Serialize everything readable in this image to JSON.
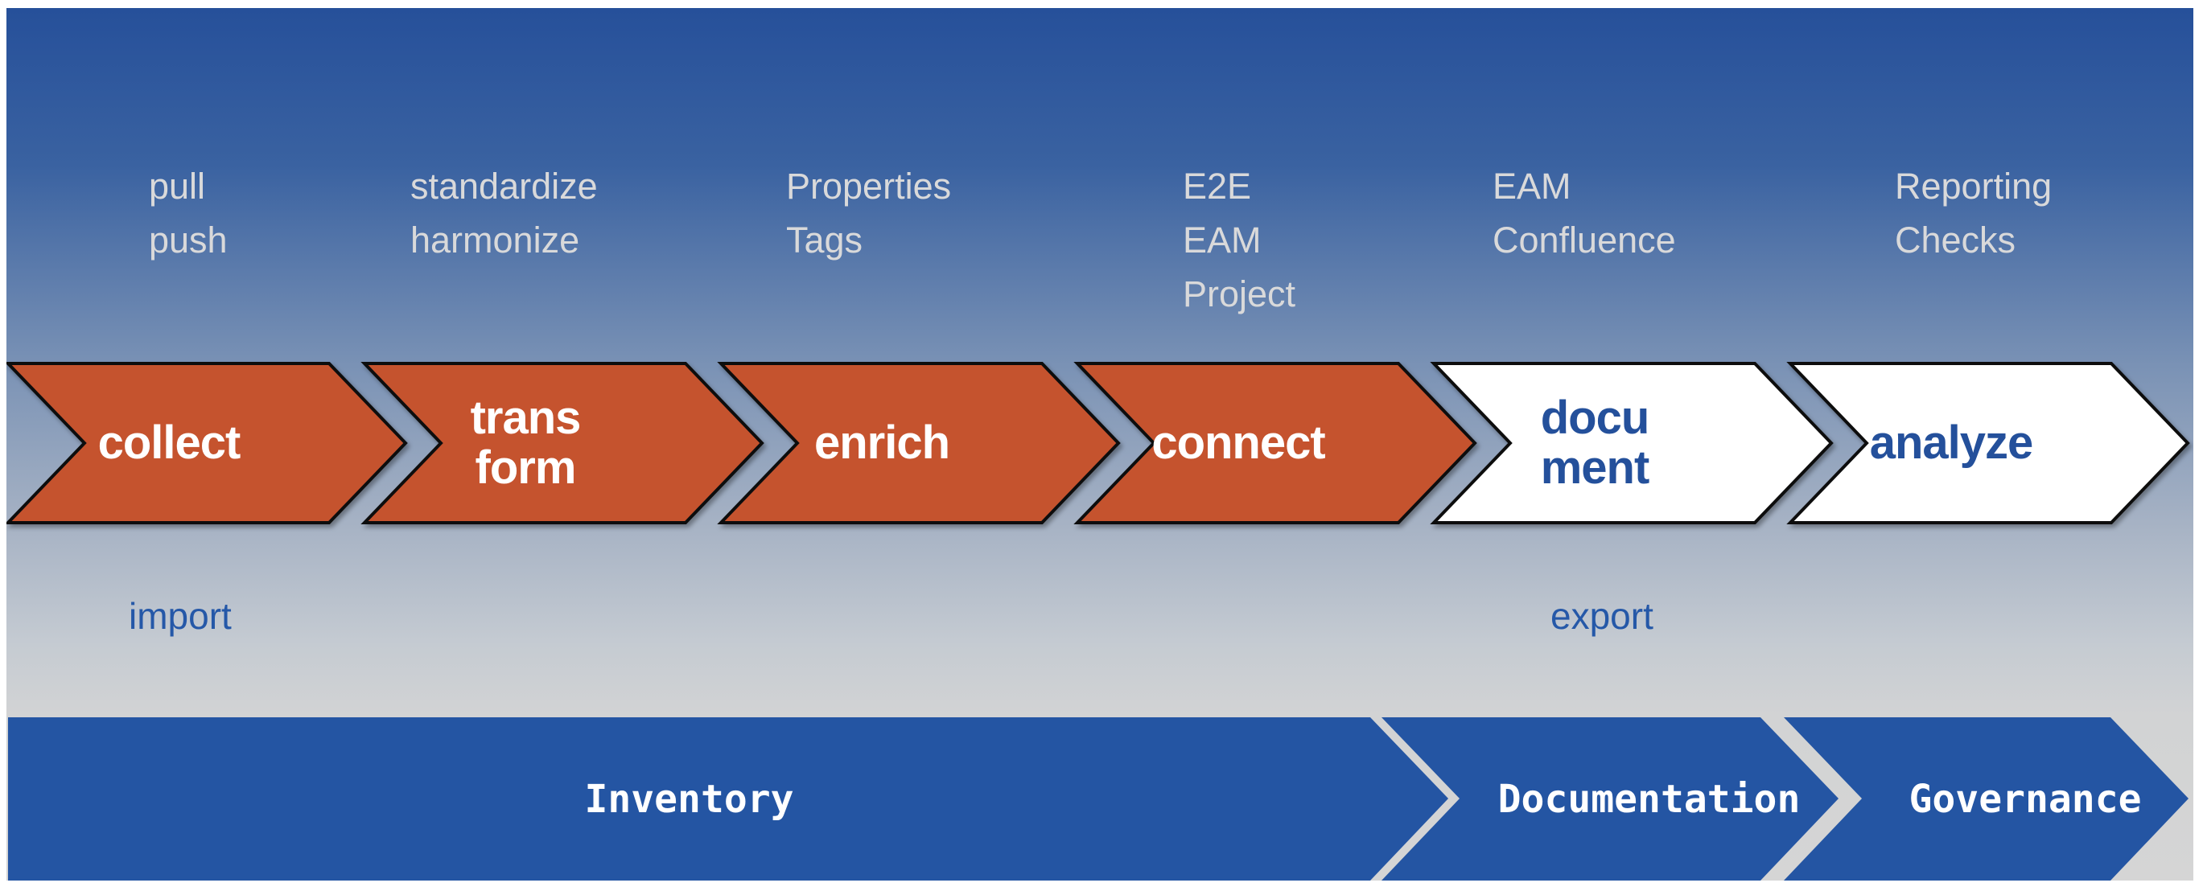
{
  "diagram": {
    "title_hint": "process-flow",
    "steps": [
      {
        "label": "collect",
        "annotation": "pull\npush",
        "fill": "#C5522F",
        "text_color": "#ffffff"
      },
      {
        "label": "trans\nform",
        "annotation": "standardize\nharmonize",
        "fill": "#C5522F",
        "text_color": "#ffffff"
      },
      {
        "label": "enrich",
        "annotation": "Properties\nTags",
        "fill": "#C5522F",
        "text_color": "#ffffff"
      },
      {
        "label": "connect",
        "annotation": "E2E\nEAM\nProject",
        "fill": "#C5522F",
        "text_color": "#ffffff"
      },
      {
        "label": "docu\nment",
        "annotation": "EAM\nConfluence",
        "fill": "#ffffff",
        "text_color": "#24509B"
      },
      {
        "label": "analyze",
        "annotation": "Reporting\nChecks",
        "fill": "#ffffff",
        "text_color": "#24509B"
      }
    ],
    "flow_notes": {
      "import": "import",
      "export": "export"
    },
    "phases": [
      {
        "label": "Inventory",
        "fill": "#2455A3"
      },
      {
        "label": "Documentation",
        "fill": "#2455A3"
      },
      {
        "label": "Governance",
        "fill": "#2455A3"
      }
    ],
    "colors": {
      "step_orange": "#C5522F",
      "step_white": "#ffffff",
      "step_outline": "#111111",
      "step_text_blue": "#24509B",
      "phase_blue": "#2455A3",
      "note_blue": "#2558A8",
      "annotation_gray": "#D9D9DA",
      "gradient_top": "#26509A",
      "gradient_bottom": "#D5D5D5"
    }
  }
}
